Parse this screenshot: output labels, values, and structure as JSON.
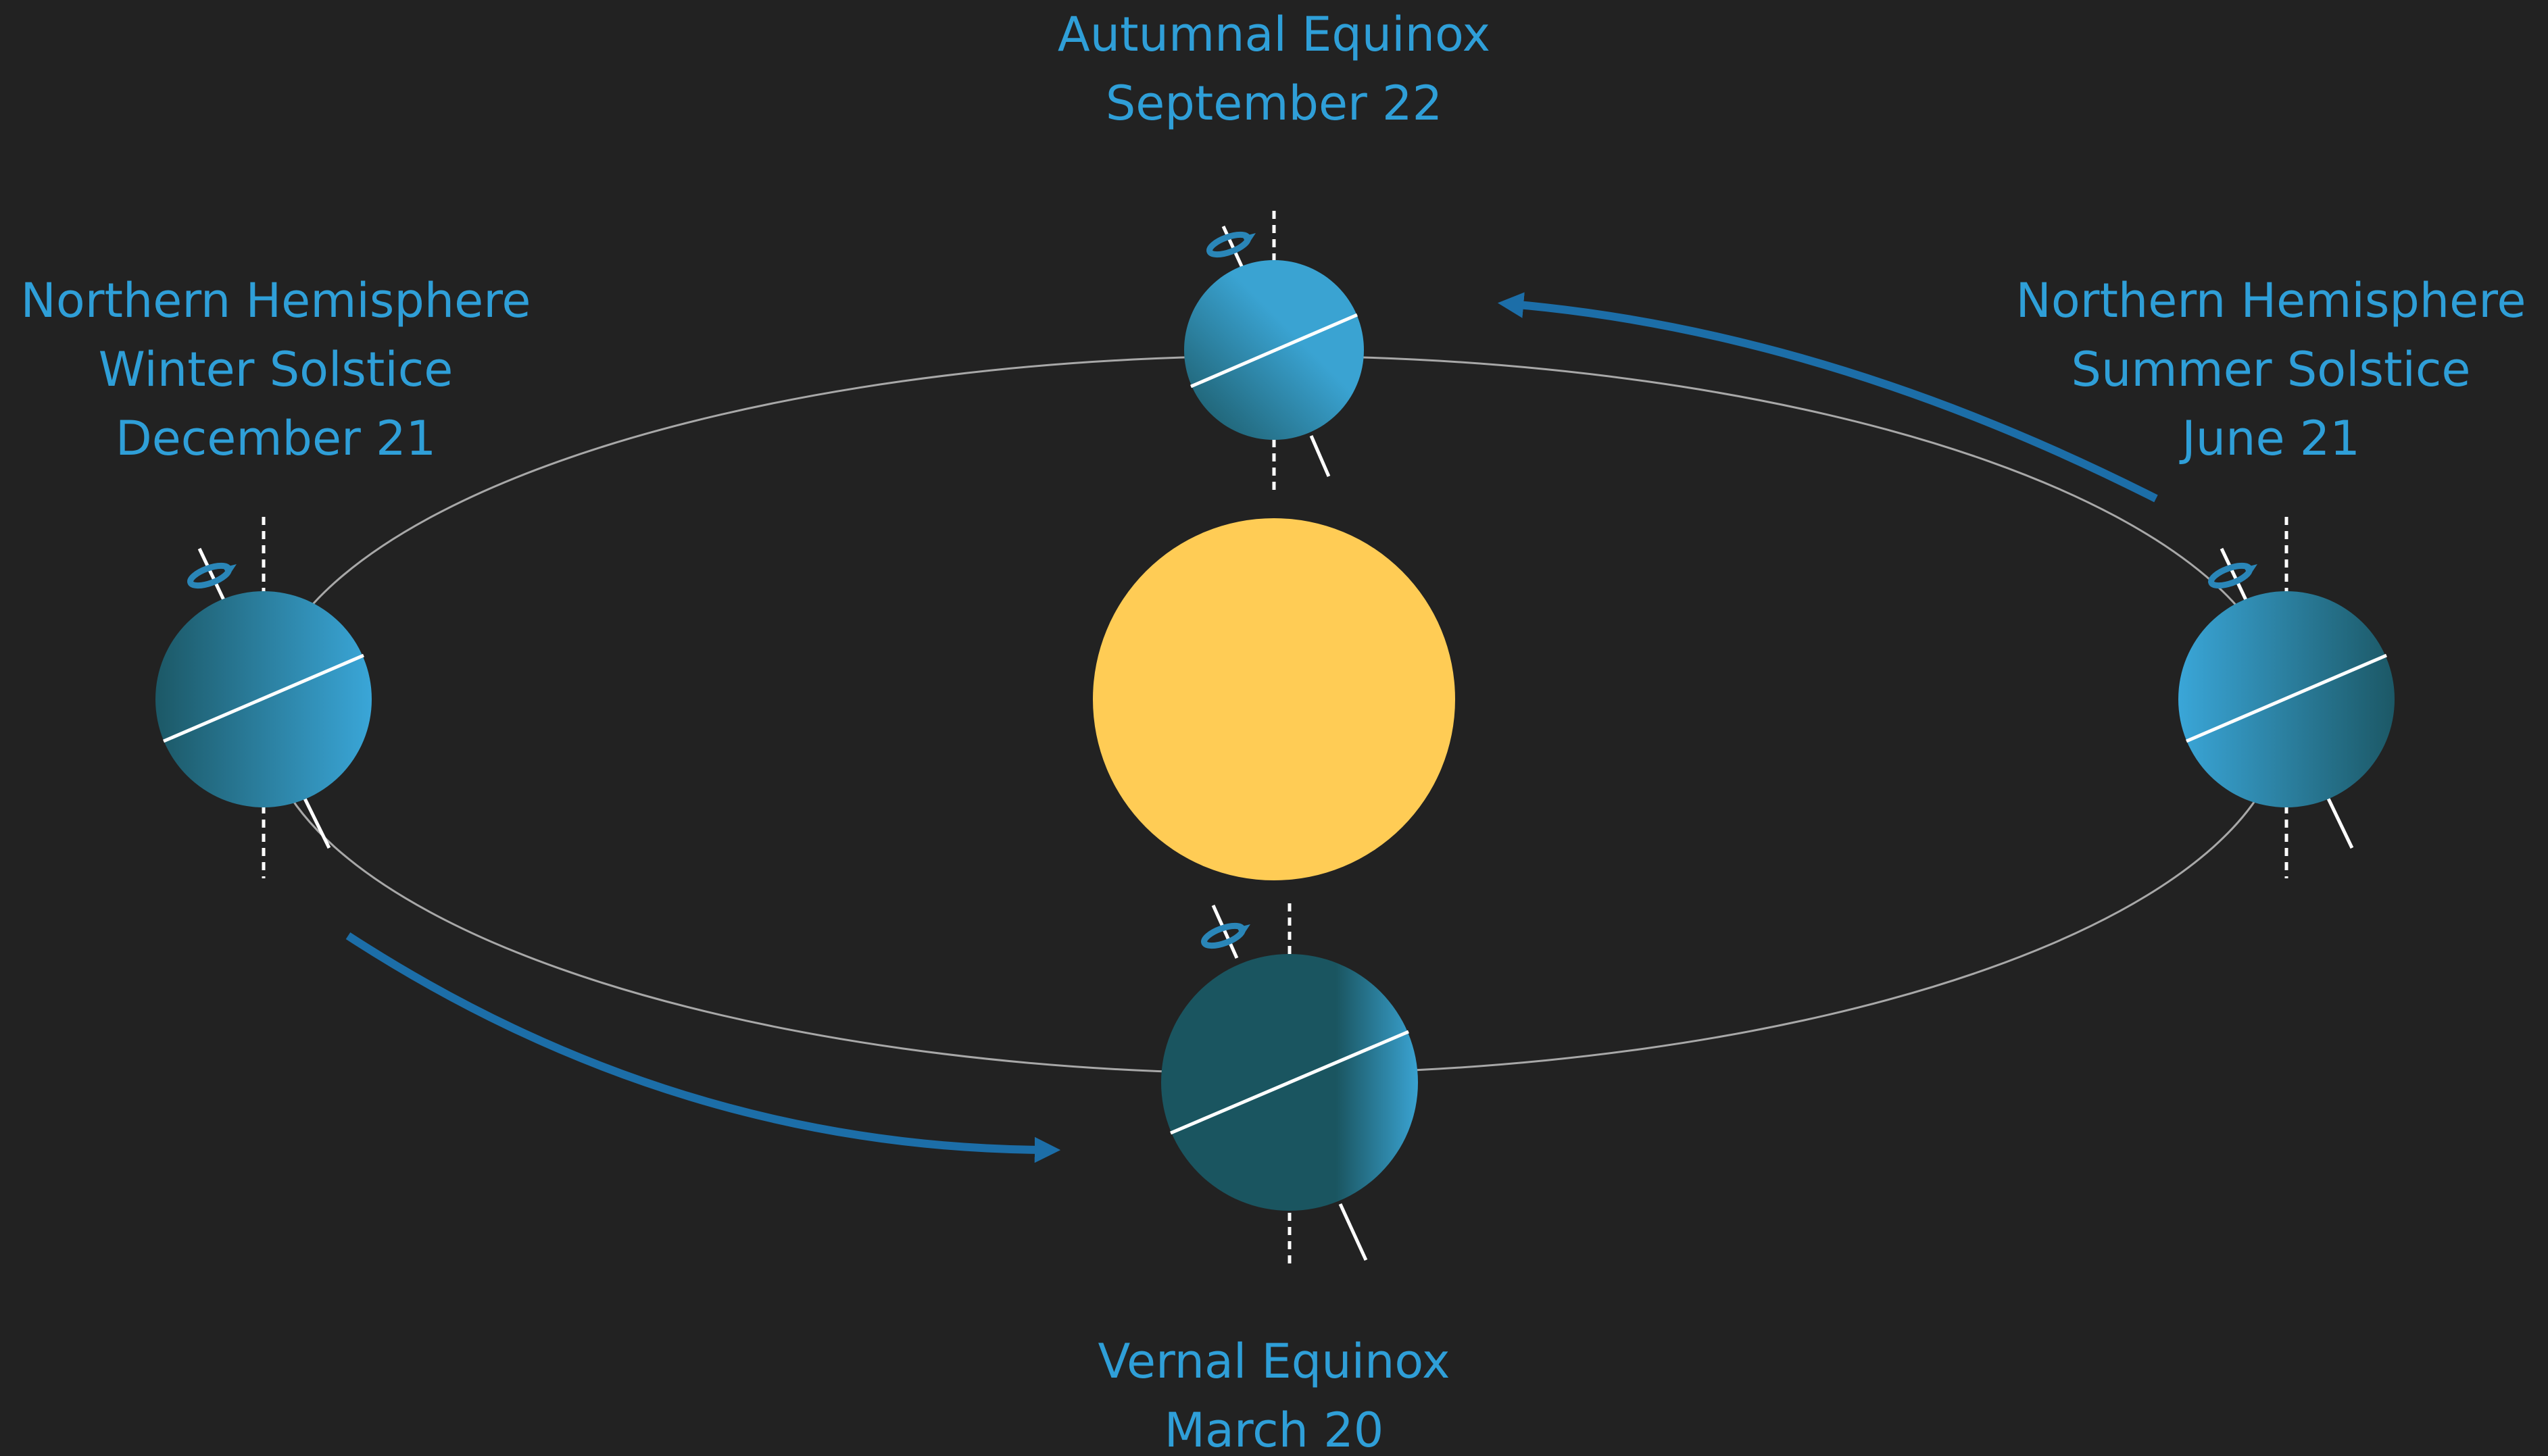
{
  "labels": {
    "autumnal": {
      "line1": "Autumnal Equinox",
      "line2": "September 22"
    },
    "winter": {
      "line1": "Northern Hemisphere",
      "line2": "Winter Solstice",
      "line3": "December 21"
    },
    "summer": {
      "line1": "Northern Hemisphere",
      "line2": "Summer Solstice",
      "line3": "June 21"
    },
    "vernal": {
      "line1": "Vernal Equinox",
      "line2": "March 20"
    }
  },
  "colors": {
    "background": "#222222",
    "label_text": "#2f9fd8",
    "sun": "#ffcc55",
    "earth_light": "#3aa3d2",
    "earth_dark": "#1a5560",
    "orbit": "#a8a8a8",
    "arrow": "#1c6ea8"
  },
  "icons": [
    "sun",
    "earth-globe",
    "rotation-arrow-icon",
    "orbit-direction-arrow"
  ]
}
